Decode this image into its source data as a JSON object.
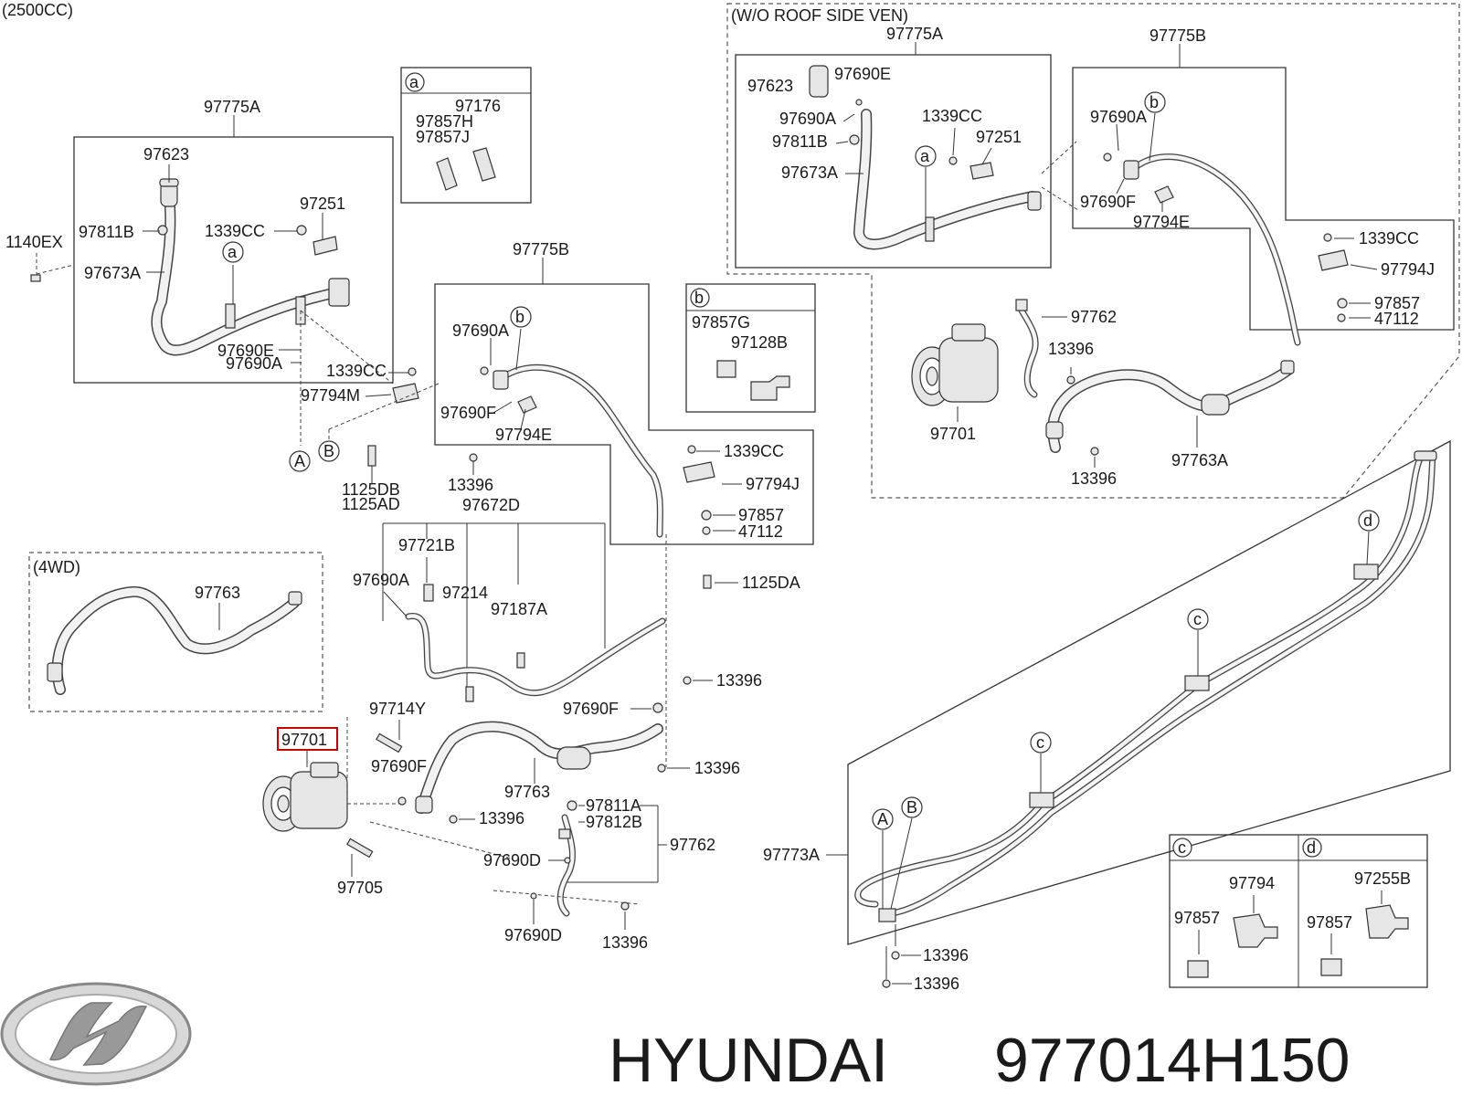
{
  "header": {
    "variant": "(2500CC)"
  },
  "brand": {
    "name": "HYUNDAI",
    "part_number": "977014H150",
    "accent": "#cc0000"
  },
  "boxes": {
    "main_97775a": {
      "title": "97775A",
      "labels": [
        "97623",
        "97811B",
        "97673A",
        "1339CC",
        "97251",
        "97690E",
        "97690A"
      ],
      "circle": "a"
    },
    "detail_a": {
      "marker": "a",
      "labels": [
        "97176",
        "97857H",
        "97857J"
      ]
    },
    "detail_b": {
      "marker": "b",
      "labels": [
        "97857G",
        "97128B"
      ]
    },
    "main_97775b": {
      "title": "97775B",
      "labels": [
        "97690A",
        "97690F",
        "97794E",
        "1339CC",
        "97794J",
        "97857",
        "47112"
      ],
      "circle": "b"
    },
    "wo_roof": {
      "heading": "(W/O ROOF SIDE VEN)",
      "sub_a": {
        "title": "97775A",
        "labels": [
          "97623",
          "97690E",
          "97690A",
          "97811B",
          "97673A",
          "1339CC",
          "97251"
        ],
        "circle": "a"
      },
      "sub_b": {
        "title": "97775B",
        "labels": [
          "97690A",
          "97690F",
          "97794E",
          "1339CC",
          "97794J",
          "97857",
          "47112"
        ],
        "circle": "b"
      },
      "lower_labels": [
        "97762",
        "13396",
        "97701",
        "97763A",
        "13396"
      ]
    },
    "wd4": {
      "heading": "(4WD)",
      "label": "97763"
    },
    "detail_c": {
      "marker": "c",
      "labels": [
        "97794",
        "97857"
      ]
    },
    "detail_d": {
      "marker": "d",
      "labels": [
        "97255B",
        "97857"
      ]
    }
  },
  "callouts": {
    "c1140ex": "1140EX",
    "c1339cc": "1339CC",
    "c97794m": "97794M",
    "circleA": "A",
    "circleB": "B",
    "c1125db": "1125DB",
    "c1125ad": "1125AD",
    "c13396_a": "13396",
    "c97672d": "97672D",
    "c97721b": "97721B",
    "c97690a": "97690A",
    "c97214": "97214",
    "c97187a": "97187A",
    "c1125da": "1125DA",
    "c13396_b": "13396",
    "c97690f": "97690F",
    "c13396_c": "13396",
    "c97714y": "97714Y",
    "c97701": "97701",
    "c97690f_2": "97690F",
    "c97763": "97763",
    "c13396_d": "13396",
    "c97811a": "97811A",
    "c97812b": "97812B",
    "c97762": "97762",
    "c97690d_1": "97690D",
    "c97705": "97705",
    "c97690d_2": "97690D",
    "c13396_e": "13396",
    "c97773a": "97773A",
    "c13396_f": "13396",
    "c13396_g": "13396",
    "circle_c1": "c",
    "circle_c2": "c",
    "circle_d": "d",
    "circleA2": "A",
    "circleB2": "B"
  }
}
